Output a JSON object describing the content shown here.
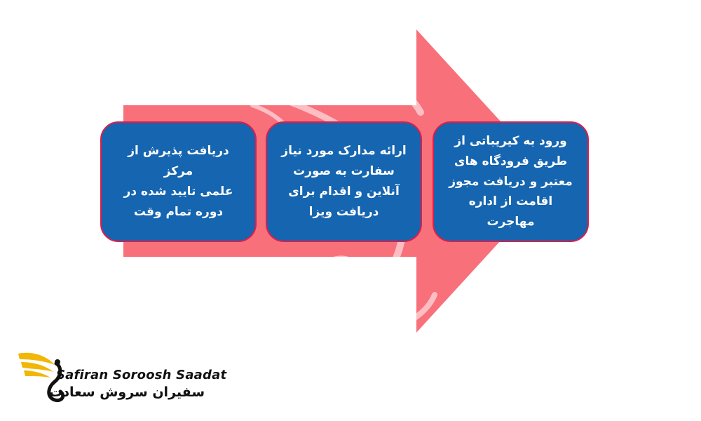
{
  "diagram": {
    "steps": [
      {
        "text": "ورود به کیریباتی از\nطریق فرودگاه های\nمعتبر و دریافت مجوز\nاقامت از اداره مهاجرت"
      },
      {
        "text": "ارائه مدارک مورد نیاز\nسفارت به صورت\nآنلاین و اقدام برای\nدریافت ویزا"
      },
      {
        "text": "دریافت پذیرش از مرکز\nعلمی تایید شده در\nدوره تمام وقت"
      }
    ],
    "colors": {
      "arrow": "#f8707a",
      "box_fill": "#1565b0",
      "box_border": "#e11d48",
      "logo_gold": "#f2b705"
    }
  },
  "logo": {
    "name_en": "Safiran Soroosh Saadat",
    "name_fa": "سفیران سروش سعادت"
  }
}
